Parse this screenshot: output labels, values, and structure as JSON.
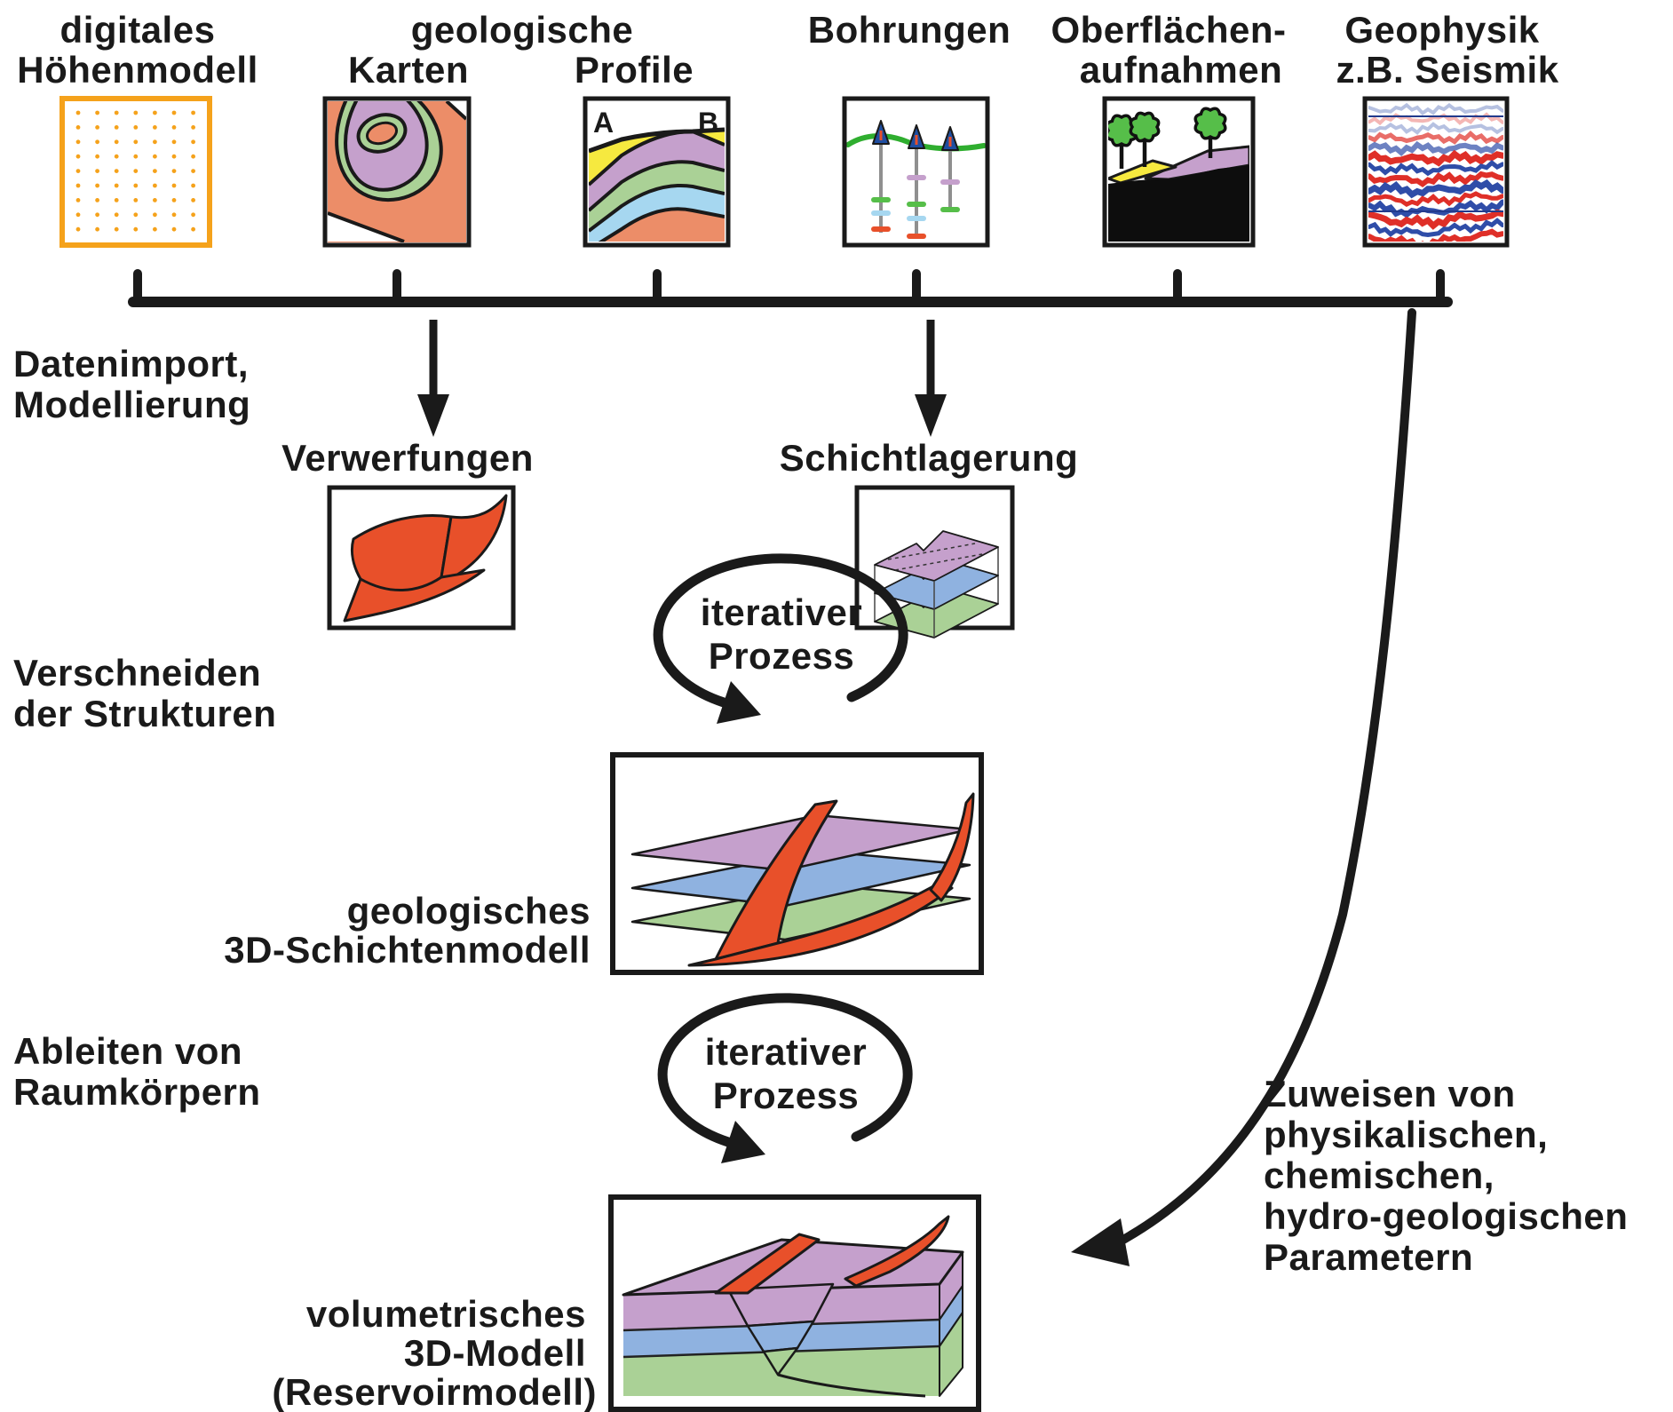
{
  "inputs": {
    "dhm": [
      "digitales",
      "Höhenmodell"
    ],
    "geologische": "geologische",
    "karten": "Karten",
    "profile": "Profile",
    "profile_a": "A",
    "profile_b": "B",
    "bohrungen": "Bohrungen",
    "oberflaechen": [
      "Oberflächen-",
      "aufnahmen"
    ],
    "geophysik": [
      "Geophysik",
      "z.B. Seismik"
    ]
  },
  "stages": {
    "datenimport": [
      "Datenimport,",
      "Modellierung"
    ],
    "verschneiden": [
      "Verschneiden",
      "der Strukturen"
    ],
    "ableiten": [
      "Ableiten von",
      "Raumkörpern"
    ]
  },
  "nodes": {
    "verwerfungen": "Verwerfungen",
    "schichtlagerung": "Schichtlagerung",
    "schichtenmodell": [
      "geologisches",
      "3D-Schichtenmodell"
    ],
    "volumetrisches": [
      "volumetrisches",
      "3D-Modell",
      "(Reservoirmodell)"
    ]
  },
  "iterative_process": [
    "iterativer",
    "Prozess"
  ],
  "zuweisen": [
    "Zuweisen von",
    "physikalischen,",
    "chemischen,",
    "hydro-geologischen",
    "Parametern"
  ],
  "colors": {
    "ink": "#1a1a1a",
    "black": "#0d0d0d",
    "dhm_orange": "#F5A21B",
    "map_orange": "#EC8D68",
    "purple": "#C5A0CC",
    "blue": "#8FB2E0",
    "lightblue": "#A6D7F0",
    "green": "#AAD196",
    "yellow": "#F6E93F",
    "red": "#E8502A",
    "tree_green": "#56BE49",
    "surface_green": "#2FAE2F",
    "well_gray": "#8F8F8F",
    "marker_blue": "#1F4EA1",
    "seismic_red": "#DF2F28",
    "seismic_blue": "#2F4DA8",
    "seismic_navy": "#223A8C"
  }
}
